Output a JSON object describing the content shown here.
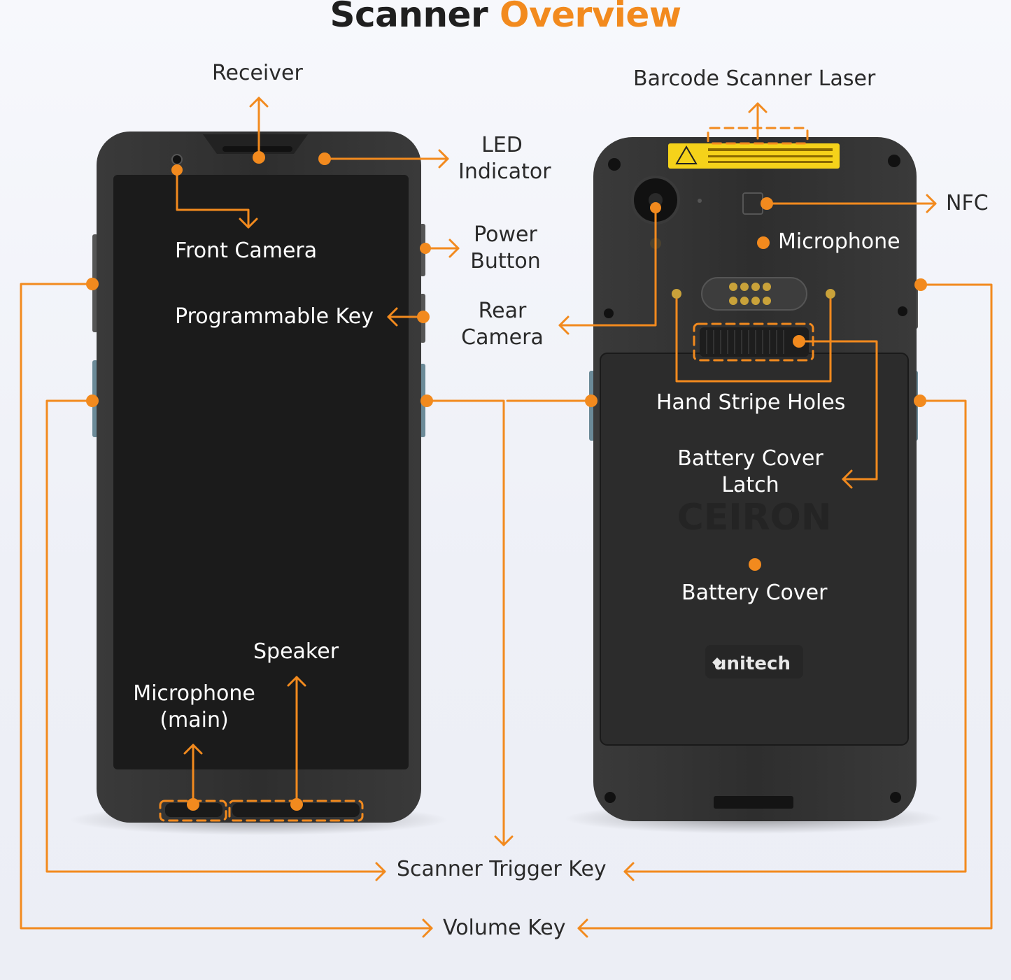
{
  "title": {
    "part1": "Scanner",
    "part2": "Overview"
  },
  "colors": {
    "accent": "#f28a1e",
    "device_body": "#2b2b2b",
    "screen": "#1a1a1a",
    "text_dark": "#2a2a2a",
    "text_light": "#ffffff",
    "laser_label": "#f5d21a"
  },
  "front_labels": {
    "receiver": "Receiver",
    "led_line1": "LED",
    "led_line2": "Indicator",
    "front_camera": "Front Camera",
    "power_line1": "Power",
    "power_line2": "Button",
    "programmable_key": "Programmable Key",
    "rear_camera_line1": "Rear",
    "rear_camera_line2": "Camera",
    "speaker": "Speaker",
    "mic_main_line1": "Microphone",
    "mic_main_line2": "(main)"
  },
  "back_labels": {
    "barcode_laser": "Barcode Scanner Laser",
    "nfc": "NFC",
    "microphone": "Microphone",
    "hand_stripe_holes": "Hand Stripe Holes",
    "battery_latch_line1": "Battery Cover",
    "battery_latch_line2": "Latch",
    "battery_cover": "Battery Cover",
    "brand": "unitech",
    "watermark": "CEIRON"
  },
  "bottom_labels": {
    "scanner_trigger_key": "Scanner Trigger Key",
    "volume_key": "Volume Key"
  }
}
